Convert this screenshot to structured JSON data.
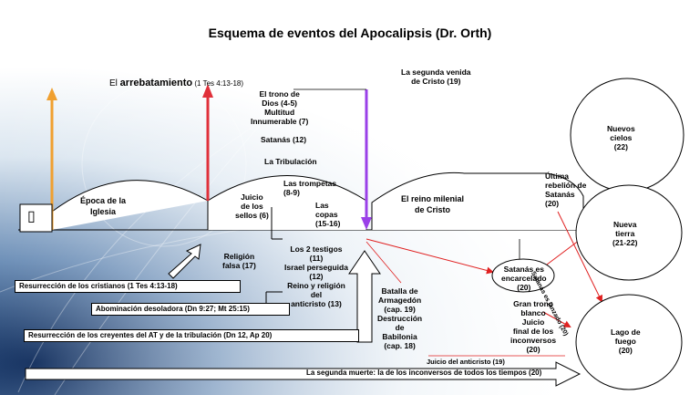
{
  "title": "Esquema de eventos del Apocalipsis (Dr. Orth)",
  "rapture": {
    "prefix": "El ",
    "word": "arrebatamiento",
    "ref": " (1 Tes 4:13-18)"
  },
  "second_coming": [
    "La segunda venida",
    "de Cristo (19)"
  ],
  "throne": [
    "El trono de",
    "Dios (4-5)",
    "Multitud",
    "Innumerable (7)"
  ],
  "satan_12": "Satanás (12)",
  "tribulation": "La Tribulación",
  "church_age": [
    "Época de la",
    "Iglesia"
  ],
  "seals": [
    "Juicio",
    "de los",
    "sellos (6)"
  ],
  "trumpets": [
    "Las trompetas",
    "(8-9)"
  ],
  "bowls": [
    "Las",
    "copas",
    "(15-16)"
  ],
  "millennium": [
    "El reino milenial",
    "de Cristo"
  ],
  "last_rebellion": [
    "Última",
    "rebelión de",
    "Satanás",
    "(20)"
  ],
  "new_heavens": [
    "Nuevos",
    "cielos",
    "(22)"
  ],
  "new_earth": [
    "Nueva",
    "tierra",
    "(21-22)"
  ],
  "lake": [
    "Lago de",
    "fuego",
    "(20)"
  ],
  "satan_thrown": "Satanás es lanzado (20)",
  "false_religion": [
    "Religión",
    "falsa (17)"
  ],
  "two_witnesses": [
    "Los 2 testigos",
    "(11)",
    "Israel perseguida",
    "(12)",
    "Reino y religión",
    "del",
    "anticristo (13)"
  ],
  "armageddon": [
    "Batalla de",
    "Armagedón",
    "(cap. 19)",
    "Destrucción",
    "de",
    "Babilonia",
    "(cap. 18)"
  ],
  "satan_bound": [
    "Satanás es",
    "encarcelado",
    "(20)"
  ],
  "white_throne": [
    "Gran trono",
    "blanco",
    "Juicio",
    "final de los",
    "inconversos",
    "(20)"
  ],
  "antichrist_judgment": "Juicio del anticristo (19)",
  "res_christians": "Resurrección de los cristianos (1 Tes 4:13-18)",
  "abomination": "Abominación desoladora (Dn 9:27; Mt 25:15)",
  "res_ot": "Resurrección de los creyentes del AT y de la tribulación (Dn 12, Ap 20)",
  "second_death": "La segunda muerte: la de los inconversos de todos los tiempos (20)",
  "placeholder_glyph": "▯",
  "colors": {
    "rapture_arrow": "#e0303a",
    "church_arrow": "#f0a030",
    "second_coming_arrow": "#9a40e8",
    "link_arrows": "#e02020"
  }
}
